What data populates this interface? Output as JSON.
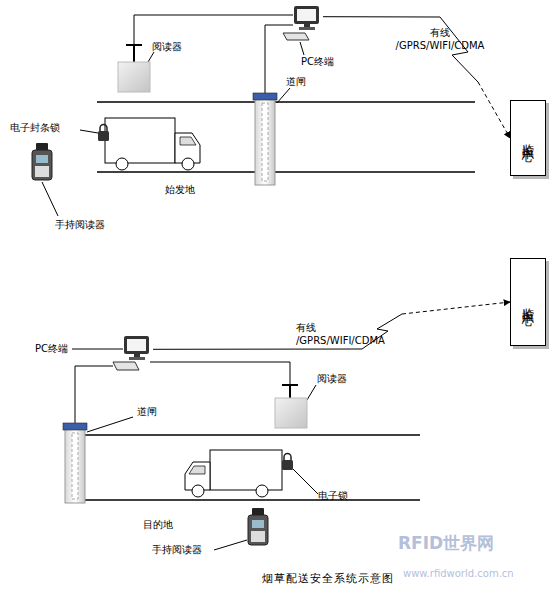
{
  "diagram": {
    "caption": "烟草配送安全系统示意图",
    "nodes": [
      {
        "text": [
          "PC终端"
        ]
      },
      {
        "text": [
          "监控中心"
        ]
      },
      {
        "text": [
          "PC终端"
        ]
      },
      {
        "text": [
          "监控中心"
        ]
      }
    ],
    "edges": [
      {
        "from": 0,
        "to": 1,
        "arrow": "to",
        "label": "有线 /GPRS/WIFI/CDMA"
      },
      {
        "from": 2,
        "to": 3,
        "arrow": "to",
        "label": "有线 /GPRS/WIFI/CDMA"
      }
    ],
    "labels": [
      "阅读器",
      "道闸",
      "电子封条锁",
      "始发地",
      "手持阅读器",
      "阅读器",
      "道闸",
      "电子锁",
      "目的地",
      "手持阅读器",
      "RFID世界网",
      "www.rfidworld.com.cn"
    ]
  }
}
